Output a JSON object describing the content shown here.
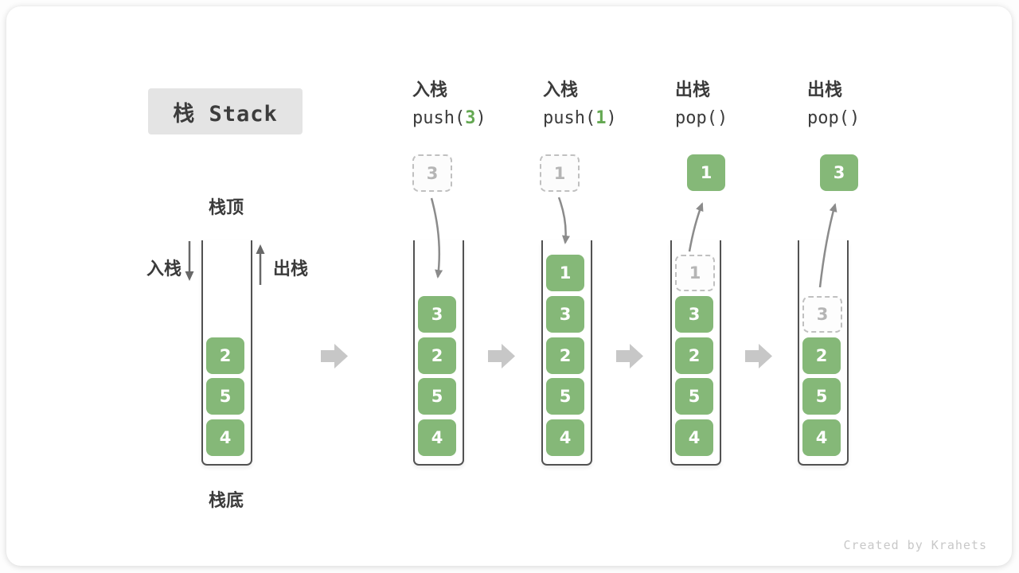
{
  "title": {
    "label": "栈 Stack"
  },
  "side_labels": {
    "stack_top": "栈顶",
    "stack_bottom": "栈底",
    "push_side": "入栈",
    "pop_side": "出栈"
  },
  "watermark": "Created by Krahets",
  "colors": {
    "cell_green": "#85b878",
    "code_number_green": "#64a852",
    "dashed_gray": "#c0c0c0",
    "curved_arrow_gray": "#8b8b8b",
    "block_arrow_gray": "#c7c7c7",
    "text_dark": "#3b3b3b",
    "title_box_bg": "#e4e4e4"
  },
  "steps": [
    {
      "name": "initial",
      "operation": null,
      "floating": null,
      "cells": [
        {
          "value": "2",
          "dashed": false
        },
        {
          "value": "5",
          "dashed": false
        },
        {
          "value": "4",
          "dashed": false
        }
      ]
    },
    {
      "name": "push-3",
      "operation": {
        "label": "入栈",
        "code_pre": "push(",
        "code_num": "3",
        "code_post": ")"
      },
      "floating": {
        "value": "3",
        "variant": "dashed"
      },
      "cells": [
        {
          "value": "3",
          "dashed": false
        },
        {
          "value": "2",
          "dashed": false
        },
        {
          "value": "5",
          "dashed": false
        },
        {
          "value": "4",
          "dashed": false
        }
      ]
    },
    {
      "name": "push-1",
      "operation": {
        "label": "入栈",
        "code_pre": "push(",
        "code_num": "1",
        "code_post": ")"
      },
      "floating": {
        "value": "1",
        "variant": "dashed"
      },
      "cells": [
        {
          "value": "1",
          "dashed": false
        },
        {
          "value": "3",
          "dashed": false
        },
        {
          "value": "2",
          "dashed": false
        },
        {
          "value": "5",
          "dashed": false
        },
        {
          "value": "4",
          "dashed": false
        }
      ]
    },
    {
      "name": "pop-1",
      "operation": {
        "label": "出栈",
        "code_pre": "pop(",
        "code_num": "",
        "code_post": ")"
      },
      "floating": {
        "value": "1",
        "variant": "solid"
      },
      "cells": [
        {
          "value": "1",
          "dashed": true
        },
        {
          "value": "3",
          "dashed": false
        },
        {
          "value": "2",
          "dashed": false
        },
        {
          "value": "5",
          "dashed": false
        },
        {
          "value": "4",
          "dashed": false
        }
      ]
    },
    {
      "name": "pop-3",
      "operation": {
        "label": "出栈",
        "code_pre": "pop(",
        "code_num": "",
        "code_post": ")"
      },
      "floating": {
        "value": "3",
        "variant": "solid"
      },
      "cells": [
        {
          "value": "3",
          "dashed": true
        },
        {
          "value": "2",
          "dashed": false
        },
        {
          "value": "5",
          "dashed": false
        },
        {
          "value": "4",
          "dashed": false
        }
      ]
    }
  ]
}
